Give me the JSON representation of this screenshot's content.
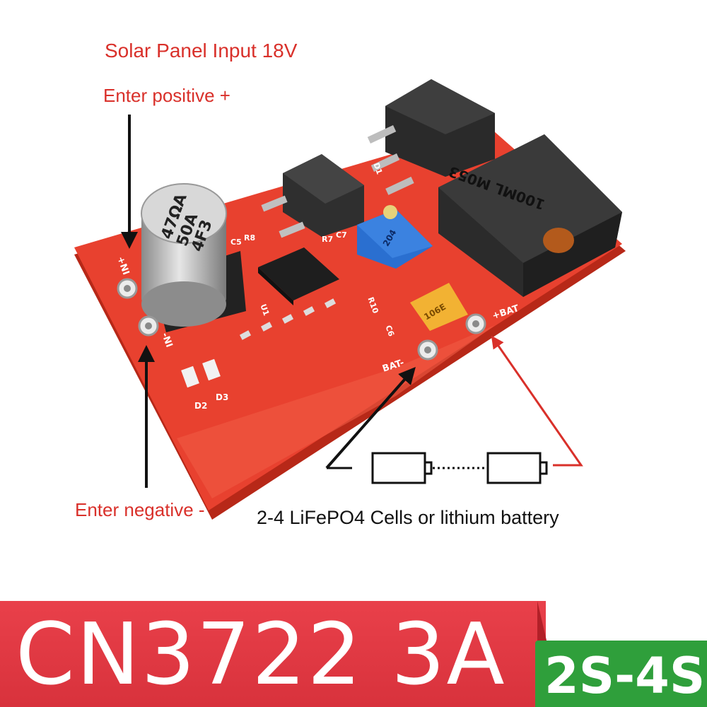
{
  "colors": {
    "annotation_red": "#d9302a",
    "pcb_red": "#e8412f",
    "banner_red": "#e23a44",
    "badge_green": "#2f9f3b",
    "arrow_black": "#111111"
  },
  "labels": {
    "title": "Solar Panel Input 18V",
    "positive": "Enter positive +",
    "negative": "Enter negative -",
    "cells": "2-4 LiFePO4 Cells or lithium battery"
  },
  "banner": {
    "model": "CN3722 3A",
    "cells_range": "2S-4S"
  },
  "board": {
    "in_pos": "+NI",
    "in_neg": "-NI",
    "bat_pos": "+BAT",
    "bat_neg": "BAT-",
    "capacitor_lines": [
      "47ΩA",
      "50A",
      "4F3"
    ],
    "inductor": "100ML M053",
    "trimmer": "204",
    "tantalum": "106E",
    "refs": [
      "C5",
      "R8",
      "R7",
      "C7",
      "U1",
      "R10",
      "C6",
      "D1",
      "D2",
      "D3"
    ]
  }
}
